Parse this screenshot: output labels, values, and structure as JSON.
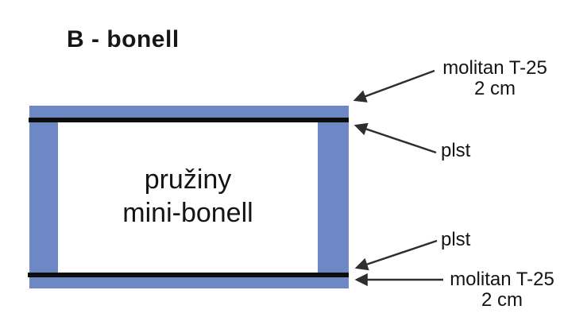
{
  "title": "B - bonell",
  "colors": {
    "foam_blue": "#6d88c4",
    "felt_black": "#0d0d0d",
    "arrow": "#2e2e2e"
  },
  "diagram": {
    "center_line1": "pružiny",
    "center_line2": "mini-bonell"
  },
  "labels": {
    "molitan_top": "molitan T-25",
    "molitan_top_size": "2 cm",
    "plst_top": "plst",
    "plst_bottom": "plst",
    "molitan_bottom": "molitan T-25",
    "molitan_bottom_size": "2 cm"
  }
}
